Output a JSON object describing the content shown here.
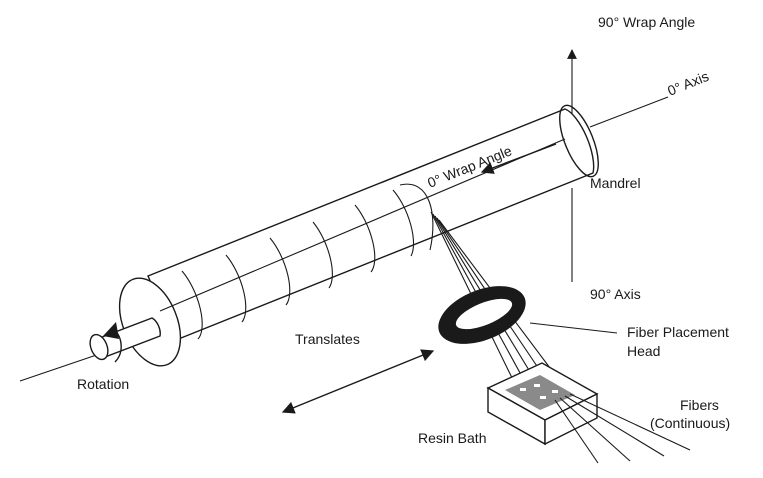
{
  "labels": {
    "wrap_angle_90": "90° Wrap Angle",
    "axis_0": "0° Axis",
    "wrap_angle_0": "0° Wrap Angle",
    "mandrel": "Mandrel",
    "axis_90": "90° Axis",
    "fiber_placement_head_line1": "Fiber Placement",
    "fiber_placement_head_line2": "Head",
    "translates": "Translates",
    "rotation": "Rotation",
    "fibers_line1": "Fibers",
    "fibers_line2": "(Continuous)",
    "resin_bath": "Resin Bath"
  },
  "colors": {
    "line": "#1a1a1a",
    "head_ring": "#1a1a1a",
    "resin": "#8a8a8a"
  }
}
